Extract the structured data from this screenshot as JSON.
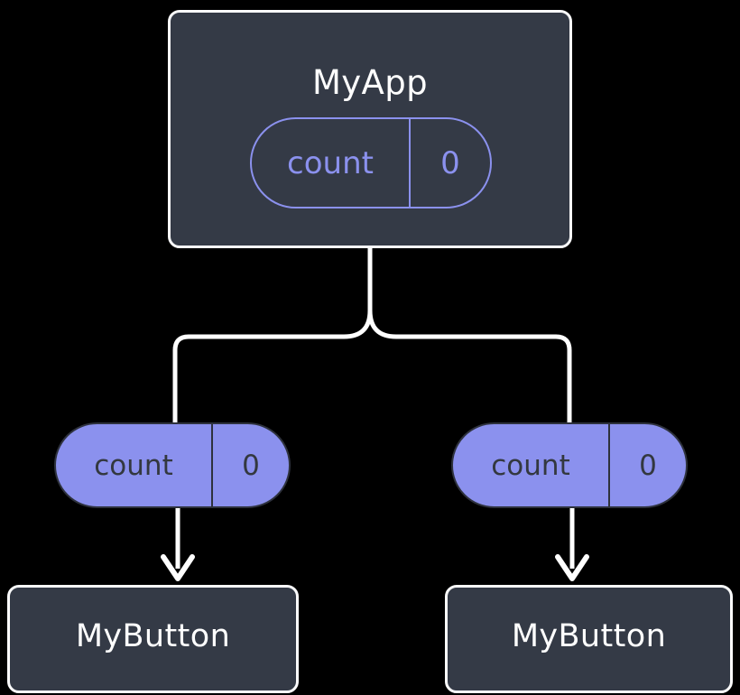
{
  "diagram": {
    "type": "component-tree",
    "background_color": "#000000",
    "colors": {
      "node_fill": "#343a46",
      "node_border": "#fbfbfc",
      "node_title_text": "#ffffff",
      "accent_purple": "#8b91ee",
      "pill_text_dark": "#33383f",
      "connector": "#ffffff"
    },
    "root": {
      "title": "MyApp",
      "state_pill": {
        "key": "count",
        "value": "0",
        "style": "outlined"
      }
    },
    "children": [
      {
        "title": "MyButton",
        "state_pill": {
          "key": "count",
          "value": "0",
          "style": "filled"
        }
      },
      {
        "title": "MyButton",
        "state_pill": {
          "key": "count",
          "value": "0",
          "style": "filled"
        }
      }
    ]
  }
}
